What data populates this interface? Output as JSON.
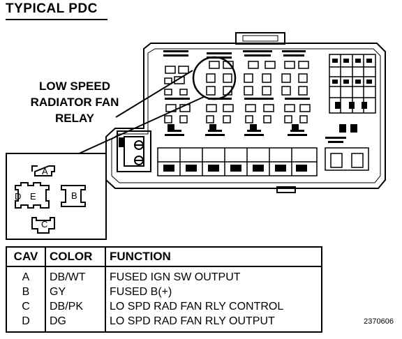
{
  "title": "TYPICAL PDC",
  "callout": {
    "line1": "LOW SPEED",
    "line2": "RADIATOR FAN",
    "line3": "RELAY"
  },
  "connector_cavities": [
    "A",
    "B",
    "C",
    "D",
    "E"
  ],
  "table": {
    "headers": [
      "CAV",
      "COLOR",
      "FUNCTION"
    ],
    "rows": [
      {
        "cav": "A",
        "color": "DB/WT",
        "function": "FUSED IGN SW OUTPUT"
      },
      {
        "cav": "B",
        "color": "GY",
        "function": "FUSED B(+)"
      },
      {
        "cav": "C",
        "color": "DB/PK",
        "function": "LO SPD RAD FAN RLY CONTROL"
      },
      {
        "cav": "D",
        "color": "DG",
        "function": "LO SPD RAD FAN RLY OUTPUT"
      }
    ]
  },
  "reference_number": "2370606"
}
